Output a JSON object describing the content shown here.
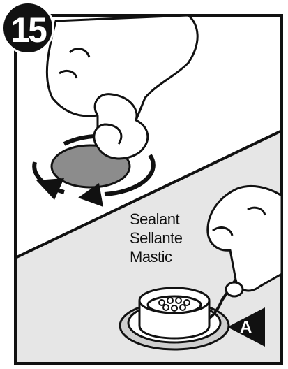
{
  "step": {
    "number": "15"
  },
  "sealant_labels": [
    "Sealant",
    "Sellante",
    "Mastic"
  ],
  "callout": {
    "letter": "A"
  },
  "colors": {
    "ink": "#111111",
    "panel_lower": "#e6e6e6",
    "drain": "#8c8c8c",
    "paper": "#ffffff"
  }
}
